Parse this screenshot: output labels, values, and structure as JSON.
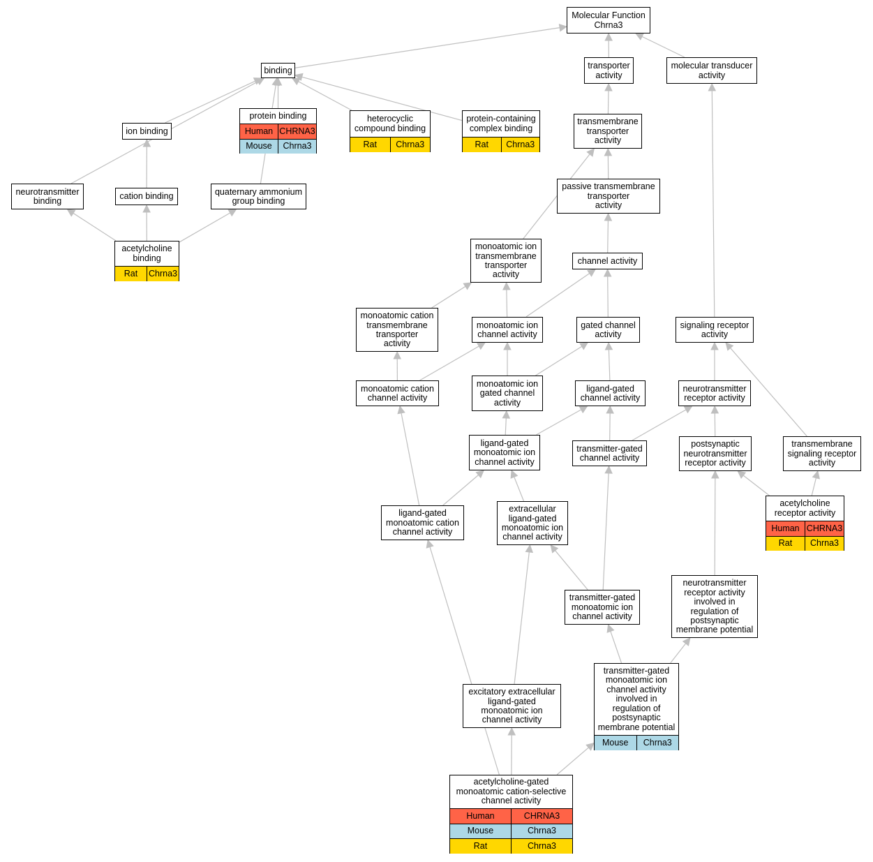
{
  "colors": {
    "human": "#ff6347",
    "mouse": "#add8e6",
    "rat": "#ffd700",
    "edge": "#bfbfbf",
    "border": "#000000",
    "background": "#ffffff"
  },
  "nodes": [
    {
      "id": "mf",
      "label": "Molecular Function\nChrna3"
    },
    {
      "id": "binding",
      "label": "binding"
    },
    {
      "id": "transporter",
      "label": "transporter\nactivity"
    },
    {
      "id": "moltrans",
      "label": "molecular transducer\nactivity"
    },
    {
      "id": "protbind",
      "label": "protein binding",
      "annotations": [
        {
          "species": "Human",
          "gene": "CHRNA3"
        },
        {
          "species": "Mouse",
          "gene": "Chrna3"
        }
      ]
    },
    {
      "id": "hetero",
      "label": "heterocyclic\ncompound binding",
      "annotations": [
        {
          "species": "Rat",
          "gene": "Chrna3"
        }
      ]
    },
    {
      "id": "protcomplex",
      "label": "protein-containing\ncomplex binding",
      "annotations": [
        {
          "species": "Rat",
          "gene": "Chrna3"
        }
      ]
    },
    {
      "id": "ionbind",
      "label": "ion binding"
    },
    {
      "id": "tmtransporter",
      "label": "transmembrane\ntransporter\nactivity"
    },
    {
      "id": "ntbind",
      "label": "neurotransmitter\nbinding"
    },
    {
      "id": "cationbind",
      "label": "cation binding"
    },
    {
      "id": "quatbind",
      "label": "quaternary ammonium\ngroup binding"
    },
    {
      "id": "passive",
      "label": "passive transmembrane\ntransporter\nactivity"
    },
    {
      "id": "achbind",
      "label": "acetylcholine\nbinding",
      "annotations": [
        {
          "species": "Rat",
          "gene": "Chrna3"
        }
      ]
    },
    {
      "id": "monoiontm",
      "label": "monoatomic ion\ntransmembrane\ntransporter\nactivity"
    },
    {
      "id": "channel",
      "label": "channel activity"
    },
    {
      "id": "monocattm",
      "label": "monoatomic cation\ntransmembrane\ntransporter\nactivity"
    },
    {
      "id": "monoionch",
      "label": "monoatomic ion\nchannel activity"
    },
    {
      "id": "gatedch",
      "label": "gated channel\nactivity"
    },
    {
      "id": "sigrec",
      "label": "signaling receptor\nactivity"
    },
    {
      "id": "monocatch",
      "label": "monoatomic cation\nchannel activity"
    },
    {
      "id": "monoiongated",
      "label": "monoatomic ion\ngated channel\nactivity"
    },
    {
      "id": "ligch",
      "label": "ligand-gated\nchannel activity"
    },
    {
      "id": "ntrec",
      "label": "neurotransmitter\nreceptor activity"
    },
    {
      "id": "ligmonoion",
      "label": "ligand-gated\nmonoatomic ion\nchannel activity"
    },
    {
      "id": "txgatedch",
      "label": "transmitter-gated\nchannel activity"
    },
    {
      "id": "postsyn",
      "label": "postsynaptic\nneurotransmitter\nreceptor activity"
    },
    {
      "id": "tmsig",
      "label": "transmembrane\nsignaling receptor\nactivity"
    },
    {
      "id": "ligmonocat",
      "label": "ligand-gated\nmonoatomic cation\nchannel activity"
    },
    {
      "id": "extralig",
      "label": "extracellular\nligand-gated\nmonoatomic ion\nchannel activity"
    },
    {
      "id": "achrec",
      "label": "acetylcholine\nreceptor activity",
      "annotations": [
        {
          "species": "Human",
          "gene": "CHRNA3"
        },
        {
          "species": "Rat",
          "gene": "Chrna3"
        }
      ]
    },
    {
      "id": "ntrecreg",
      "label": "neurotransmitter\nreceptor activity\ninvolved in\nregulation of\npostsynaptic\nmembrane potential"
    },
    {
      "id": "txmonoion",
      "label": "transmitter-gated\nmonoatomic ion\nchannel activity"
    },
    {
      "id": "excit",
      "label": "excitatory extracellular\nligand-gated\nmonoatomic ion\nchannel activity"
    },
    {
      "id": "txreg",
      "label": "transmitter-gated\nmonoatomic ion\nchannel activity\ninvolved in\nregulation of\npostsynaptic\nmembrane potential",
      "annotations": [
        {
          "species": "Mouse",
          "gene": "Chrna3"
        }
      ]
    },
    {
      "id": "achgated",
      "label": "acetylcholine-gated\nmonoatomic cation-selective\nchannel activity",
      "annotations": [
        {
          "species": "Human",
          "gene": "CHRNA3"
        },
        {
          "species": "Mouse",
          "gene": "Chrna3"
        },
        {
          "species": "Rat",
          "gene": "Chrna3"
        }
      ]
    }
  ],
  "edges": [
    [
      "binding",
      "mf"
    ],
    [
      "transporter",
      "mf"
    ],
    [
      "moltrans",
      "mf"
    ],
    [
      "protbind",
      "binding"
    ],
    [
      "hetero",
      "binding"
    ],
    [
      "protcomplex",
      "binding"
    ],
    [
      "ionbind",
      "binding"
    ],
    [
      "ntbind",
      "binding"
    ],
    [
      "quatbind",
      "binding"
    ],
    [
      "cationbind",
      "ionbind"
    ],
    [
      "achbind",
      "ntbind"
    ],
    [
      "achbind",
      "cationbind"
    ],
    [
      "achbind",
      "quatbind"
    ],
    [
      "tmtransporter",
      "transporter"
    ],
    [
      "passive",
      "tmtransporter"
    ],
    [
      "monoiontm",
      "tmtransporter"
    ],
    [
      "channel",
      "passive"
    ],
    [
      "monocattm",
      "monoiontm"
    ],
    [
      "monoionch",
      "monoiontm"
    ],
    [
      "monoionch",
      "channel"
    ],
    [
      "gatedch",
      "channel"
    ],
    [
      "monocatch",
      "monocattm"
    ],
    [
      "monocatch",
      "monoionch"
    ],
    [
      "monoiongated",
      "monoionch"
    ],
    [
      "monoiongated",
      "gatedch"
    ],
    [
      "ligch",
      "gatedch"
    ],
    [
      "ligmonoion",
      "monoiongated"
    ],
    [
      "ligmonoion",
      "ligch"
    ],
    [
      "txgatedch",
      "ligch"
    ],
    [
      "txgatedch",
      "ntrec"
    ],
    [
      "ligmonocat",
      "monocatch"
    ],
    [
      "ligmonocat",
      "ligmonoion"
    ],
    [
      "extralig",
      "ligmonoion"
    ],
    [
      "txmonoion",
      "txgatedch"
    ],
    [
      "txmonoion",
      "extralig"
    ],
    [
      "excit",
      "extralig"
    ],
    [
      "sigrec",
      "moltrans"
    ],
    [
      "ntrec",
      "sigrec"
    ],
    [
      "tmsig",
      "sigrec"
    ],
    [
      "postsyn",
      "ntrec"
    ],
    [
      "achrec",
      "postsyn"
    ],
    [
      "achrec",
      "tmsig"
    ],
    [
      "ntrecreg",
      "postsyn"
    ],
    [
      "txreg",
      "txmonoion"
    ],
    [
      "txreg",
      "ntrecreg"
    ],
    [
      "achgated",
      "ligmonocat"
    ],
    [
      "achgated",
      "excit"
    ],
    [
      "achgated",
      "txreg"
    ]
  ]
}
